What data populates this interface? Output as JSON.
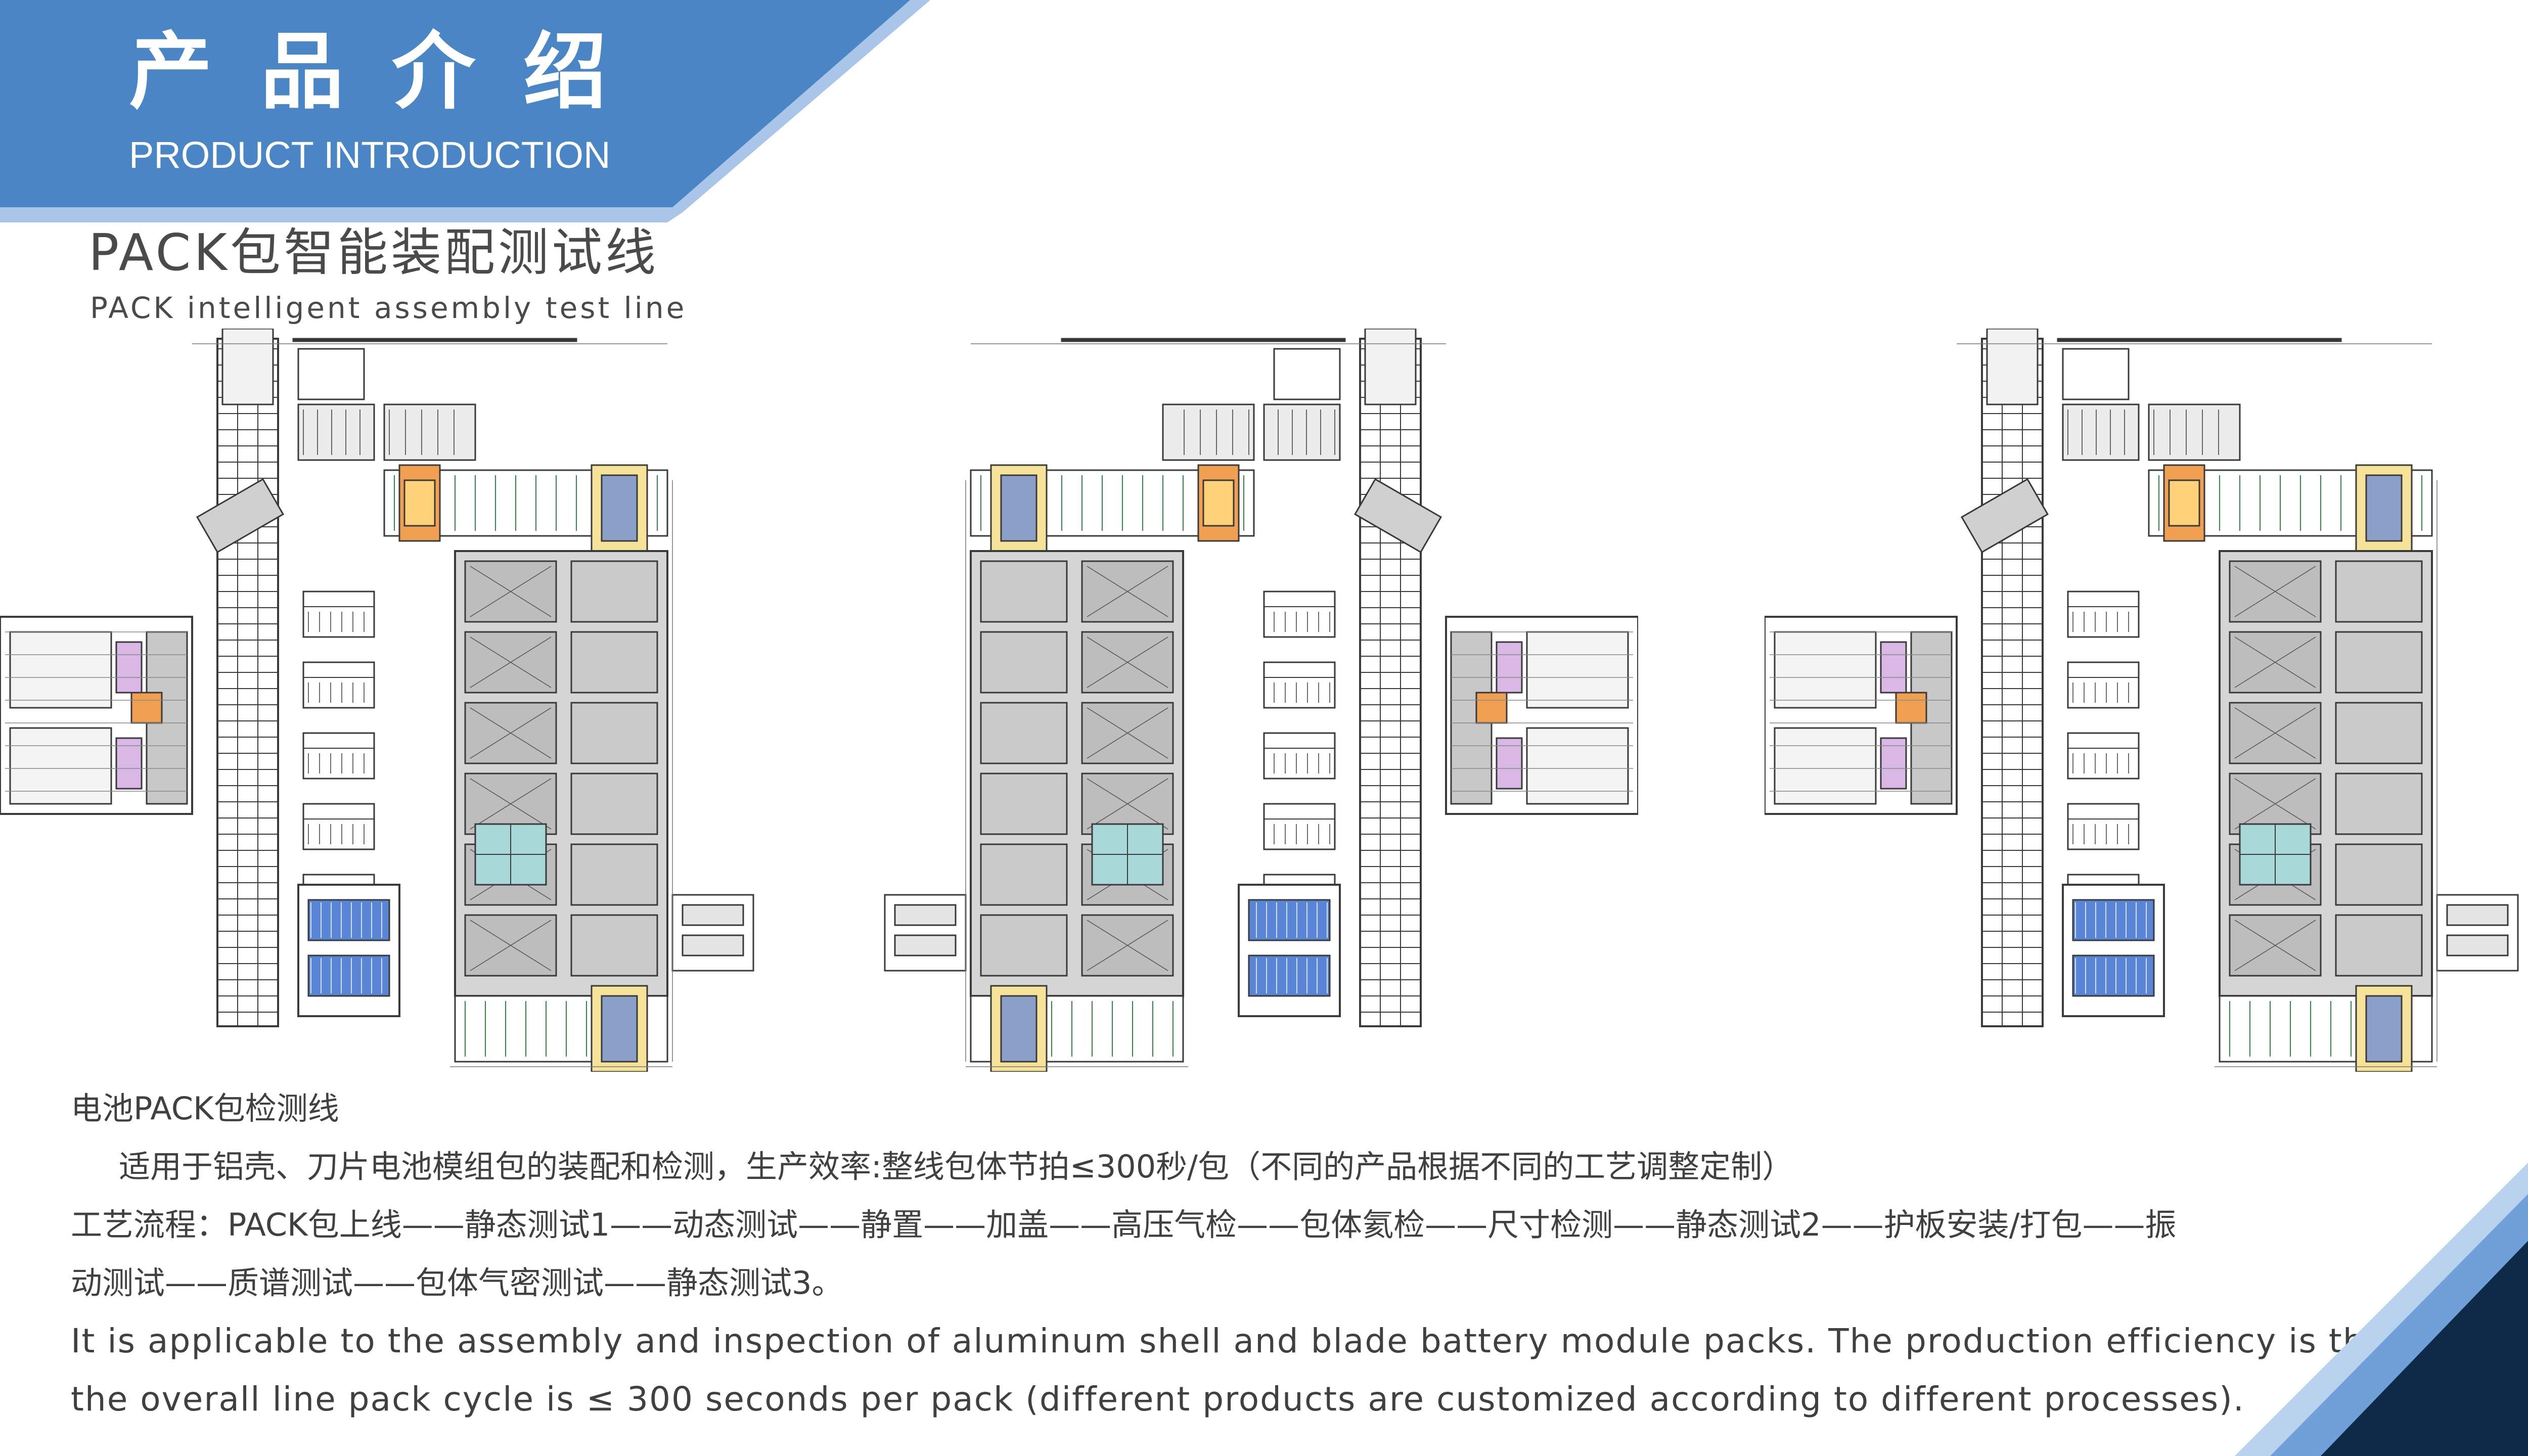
{
  "header": {
    "title_cn": "产品介绍",
    "title_en": "PRODUCT INTRODUCTION",
    "colors": {
      "banner": "#4A86C6",
      "stripe": "#A9C6E8"
    }
  },
  "section": {
    "title_cn": "PACK包智能装配测试线",
    "title_en": "PACK intelligent assembly test line"
  },
  "body": {
    "heading": "电池PACK包检测线",
    "line1": "适用于铝壳、刀片电池模组包的装配和检测，生产效率:整线包体节拍≤300秒/包（不同的产品根据不同的工艺调整定制）",
    "process_line1": "工艺流程：PACK包上线——静态测试1——动态测试——静置——加盖——高压气检——包体氦检——尺寸检测——静态测试2——护板安装/打包——振",
    "process_line2": "动测试——质谱测试——包体气密测试——静态测试3。",
    "en_line1": "It is applicable to the assembly and inspection of aluminum shell and blade battery module packs. The production efficiency is that",
    "en_line2": "the overall line pack cycle is ≤ 300 seconds per pack (different products are customized according to different processes)."
  },
  "decor": {
    "corner_dark": "#0E2A47",
    "corner_light": "#6FA0D8",
    "corner_pale": "#B9D2EE"
  },
  "layouts": [
    {
      "name": "layout-left",
      "mirrored": false
    },
    {
      "name": "layout-middle",
      "mirrored": true
    },
    {
      "name": "layout-right",
      "mirrored": false
    }
  ]
}
